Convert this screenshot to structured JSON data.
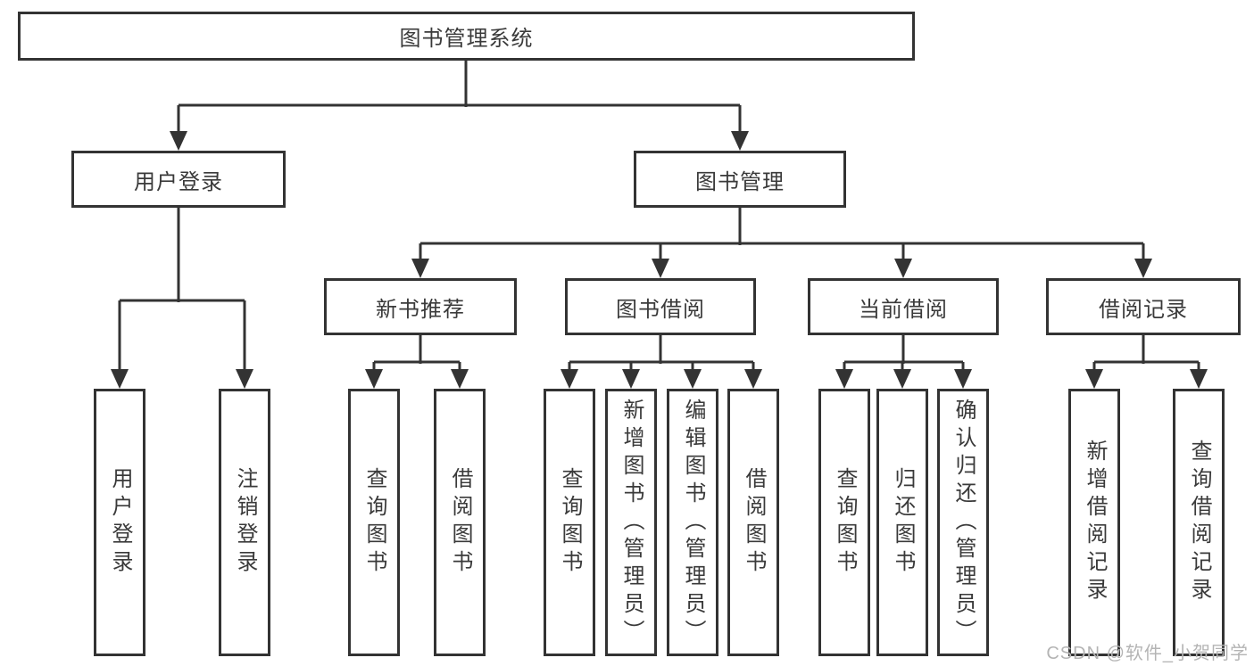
{
  "tree": {
    "label": "图书管理系统",
    "children": [
      {
        "label": "用户登录",
        "children": [
          {
            "label": "用户登录"
          },
          {
            "label": "注销登录"
          }
        ]
      },
      {
        "label": "图书管理",
        "children": [
          {
            "label": "新书推荐",
            "children": [
              {
                "label": "查询图书"
              },
              {
                "label": "借阅图书"
              }
            ]
          },
          {
            "label": "图书借阅",
            "children": [
              {
                "label": "查询图书"
              },
              {
                "label": "新增图书（管理员）"
              },
              {
                "label": "编辑图书（管理员）"
              },
              {
                "label": "借阅图书"
              }
            ]
          },
          {
            "label": "当前借阅",
            "children": [
              {
                "label": "查询图书"
              },
              {
                "label": "归还图书"
              },
              {
                "label": "确认归还（管理员）"
              }
            ]
          },
          {
            "label": "借阅记录",
            "children": [
              {
                "label": "新增借阅记录"
              },
              {
                "label": "查询借阅记录"
              }
            ]
          }
        ]
      }
    ]
  },
  "colors": {
    "line": "#333333",
    "text": "#3a3a3a",
    "background": "#ffffff",
    "watermark": "#b4b4b4"
  },
  "watermark": "CSDN @软件_小贺同学"
}
